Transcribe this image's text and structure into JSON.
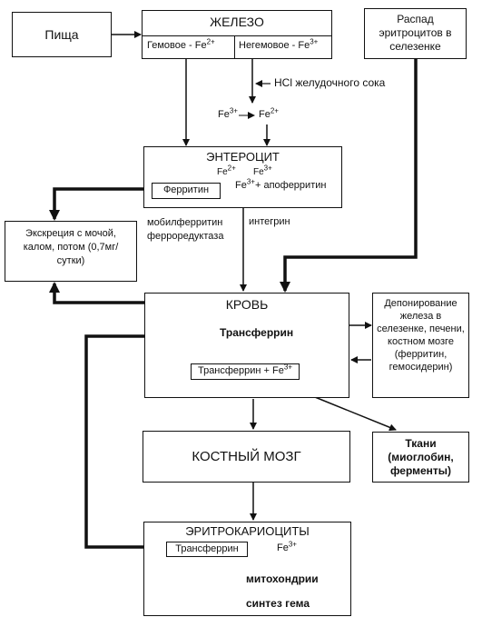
{
  "food": "Пища",
  "iron": {
    "title": "ЖЕЛЕЗО",
    "heme_prefix": "Гемовое - Fe",
    "heme_sup": "2+",
    "nonheme_prefix": "Негемовое - Fe",
    "nonheme_sup": "3+"
  },
  "rbc_breakdown": "Распад эритроцитов в селезенке",
  "hcl": "НСl желудочного сока",
  "conversion": {
    "from_prefix": "Fe",
    "from_sup": "3+",
    "to_prefix": "Fe",
    "to_sup": "2+"
  },
  "enterocyte": {
    "title": "ЭНТЕРОЦИТ",
    "reaction_from_prefix": "Fe",
    "reaction_from_sup": "2+",
    "reaction_to_prefix": "Fe",
    "reaction_to_sup": "3+",
    "ferritin": "Ферритин",
    "apoferritin_prefix": "Fe",
    "apoferritin_sup": "3+",
    "apoferritin_suffix": "+ апоферритин"
  },
  "excretion": "Экскреция с мочой, калом, потом (0,7мг/сутки)",
  "transport_left": "мобилферритин ферроредуктаза",
  "transport_right": "интегрин",
  "blood": {
    "title": "КРОВЬ",
    "transferrin": "Трансферрин",
    "complex_prefix": "Трансферрин + Fe",
    "complex_sup": "3+"
  },
  "deposit": "Депонирование железа в селезенке, печени, костном мозге (ферритин, гемосидерин)",
  "marrow": "КОСТНЫЙ МОЗГ",
  "tissues": "Ткани (миоглобин, ферменты)",
  "erythro": {
    "title": "ЭРИТРОКАРИОЦИТЫ",
    "transferrin": "Трансферрин",
    "fe_prefix": "Fe",
    "fe_sup": "3+",
    "mitochondria": "митохондрии",
    "heme": "синтез гема"
  }
}
